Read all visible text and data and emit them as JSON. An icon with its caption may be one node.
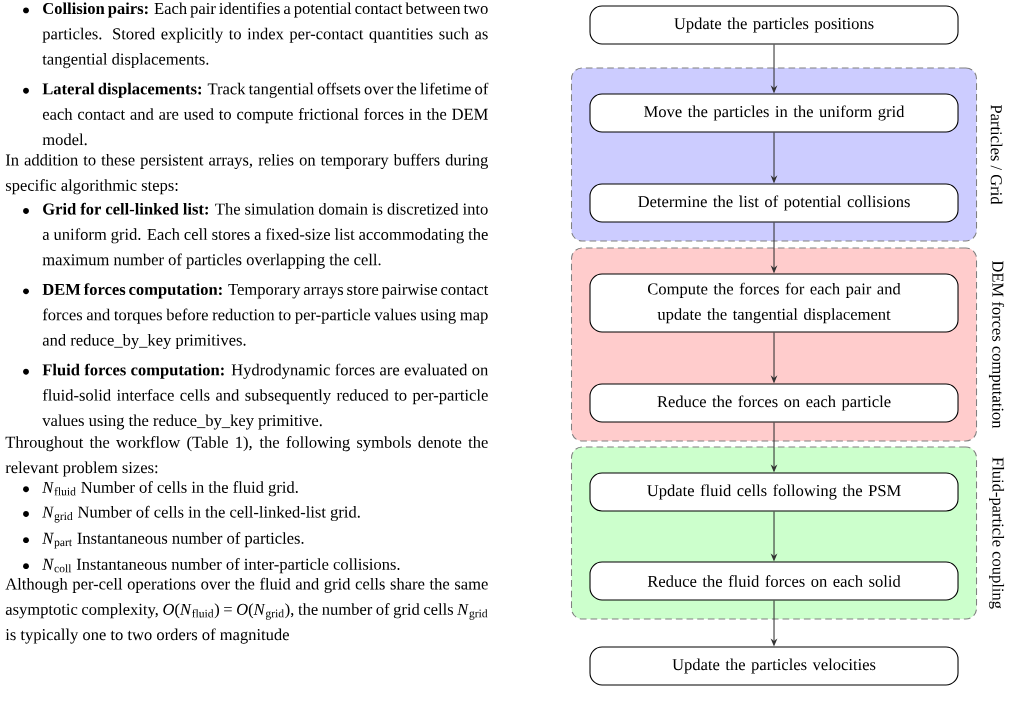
{
  "diagram": {
    "nodes": [
      {
        "text": [
          "Update the particles positions"
        ]
      },
      {
        "text": [
          "Particles / Grid"
        ]
      },
      {
        "text": [
          "Move the particles in the uniform grid"
        ],
        "in": 1
      },
      {
        "text": [
          "Determine the list of potential collisions"
        ],
        "in": 1
      },
      {
        "text": [
          "DEM forces computation"
        ]
      },
      {
        "text": [
          "Compute the forces for each pair and update the tangential displacement"
        ],
        "in": 4
      },
      {
        "text": [
          "Reduce the forces on each particle"
        ],
        "in": 4
      },
      {
        "text": [
          "Fluid-particle coupling"
        ]
      },
      {
        "text": [
          "Update fluid cells following the PSM"
        ],
        "in": 7
      },
      {
        "text": [
          "Reduce the fluid forces on each solid"
        ],
        "in": 7
      },
      {
        "text": [
          "Update the particles velocities"
        ]
      }
    ],
    "edges": [
      {
        "from": 0,
        "to": 2,
        "arrow": "to"
      },
      {
        "from": 2,
        "to": 3,
        "arrow": "to"
      },
      {
        "from": 3,
        "to": 5,
        "arrow": "to"
      },
      {
        "from": 5,
        "to": 6,
        "arrow": "to"
      },
      {
        "from": 6,
        "to": 8,
        "arrow": "to"
      },
      {
        "from": 8,
        "to": 9,
        "arrow": "to"
      },
      {
        "from": 9,
        "to": 10,
        "arrow": "to"
      }
    ],
    "labels": [
      "**Collision pairs:** Each pair identifies a potential contact between two particles. Stored explicitly to index per-contact quantities such as tangential displacements.",
      "**Lateral displacements:** Track tangential offsets over the lifetime of each contact and are used to compute frictional forces in the DEM model.",
      "In addition to these persistent arrays, relies on temporary buffers during specific algorithmic steps:",
      "**Grid for cell-linked list:** The simulation domain is discretized into a uniform grid. Each cell stores a fixed-size list accommodating the maximum number of particles overlapping the cell.",
      "**DEM forces computation:** Temporary arrays store pairwise contact forces and torques before reduction to per-particle values using map and reduce_by_key primitives.",
      "**Fluid forces computation:** Hydrodynamic forces are evaluated on fluid-solid interface cells and subsequently reduced to per-particle values using the reduce_by_key primitive.",
      "Throughout the workflow (Table 1), the following symbols denote the relevant problem sizes:",
      "*N*$_{fluid}$ Number of cells in the fluid grid.",
      "*N*$_{grid}$ Number of cells in the cell-linked-list grid.",
      "*N*$_{part}$ Instantaneous number of particles.",
      "*N*$_{coll}$ Instantaneous number of inter-particle collisions.",
      "Although per-cell operations over the fluid and grid cells share the same asymptotic complexity, *O*(*N*$_{fluid}$) = *O*(*N*$_{grid}$), the number of grid cells *N*$_{grid}$ is typically one to two orders of magnitude"
    ]
  }
}
